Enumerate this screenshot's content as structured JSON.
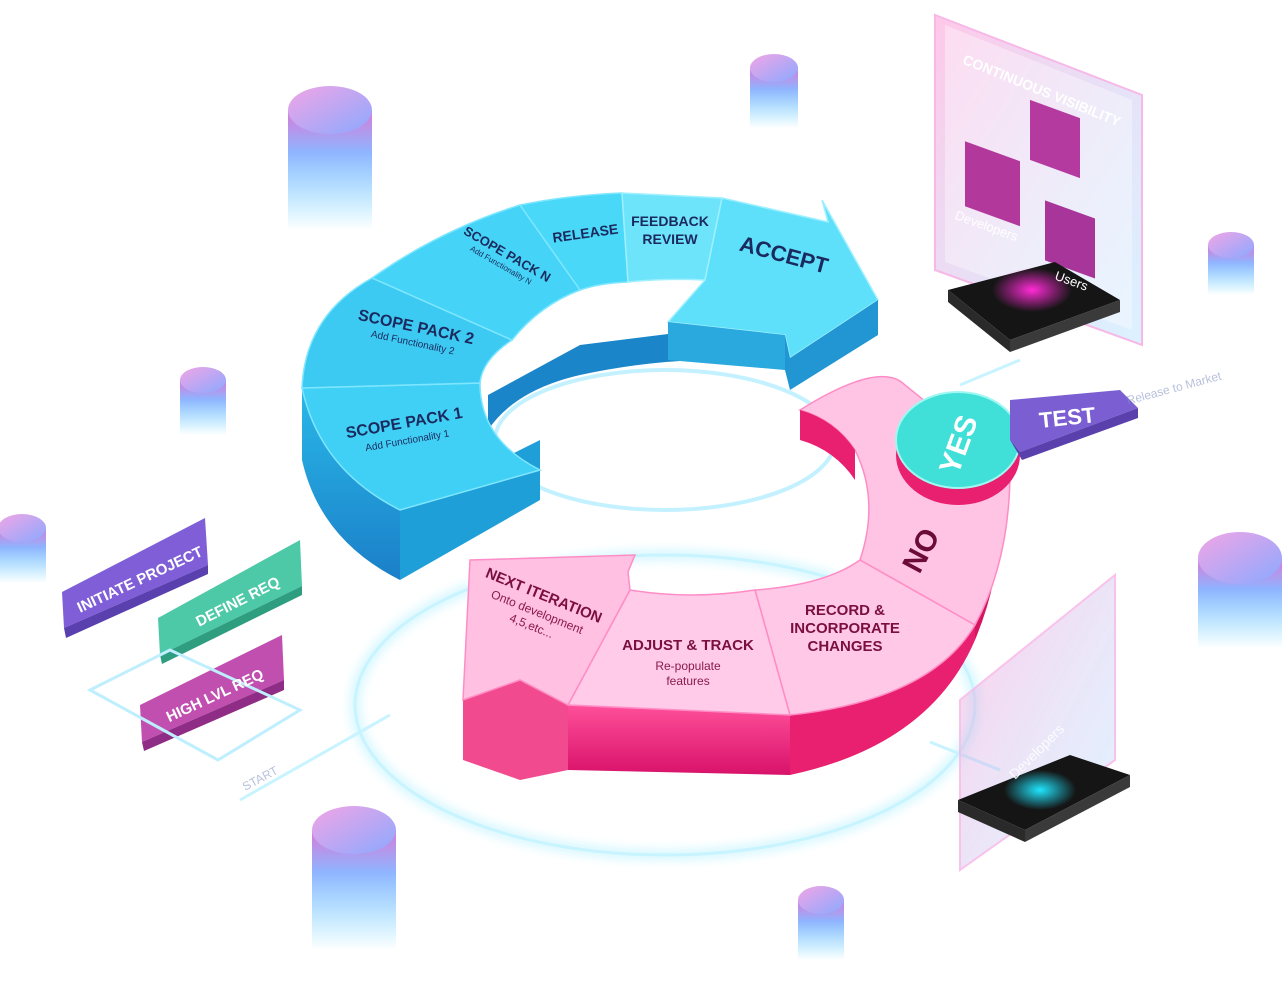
{
  "diagram": {
    "blue_segments": [
      {
        "title": "SCOPE PACK 1",
        "subtitle": "Add Functionality 1"
      },
      {
        "title": "SCOPE PACK 2",
        "subtitle": "Add Functionality 2"
      },
      {
        "title": "SCOPE PACK N",
        "subtitle": "Add Functionality N"
      },
      {
        "title": "RELEASE"
      },
      {
        "title_line1": "FEEDBACK",
        "title_line2": "REVIEW"
      },
      {
        "title": "ACCEPT"
      }
    ],
    "pink_segments": {
      "no_label": "NO",
      "record": {
        "line1": "RECORD &",
        "line2": "INCORPORATE",
        "line3": "CHANGES"
      },
      "adjust": {
        "title": "ADJUST & TRACK",
        "sub1": "Re-populate",
        "sub2": "features"
      },
      "next": {
        "title": "NEXT ITERATION",
        "sub1": "Onto development",
        "sub2": "4,5,etc..."
      }
    },
    "yes_label": "YES",
    "test_label": "TEST",
    "left_tags": [
      "INITIATE PROJECT",
      "DEFINE REQ",
      "HIGH LVL REQ"
    ],
    "visibility_panel": {
      "title": "CONTINUOUS VISIBILITY",
      "developers_label": "Developers",
      "users_label": "Users"
    },
    "faint_labels": {
      "right": "Release to Market",
      "bottom_right": "Developers",
      "left": "START"
    }
  }
}
